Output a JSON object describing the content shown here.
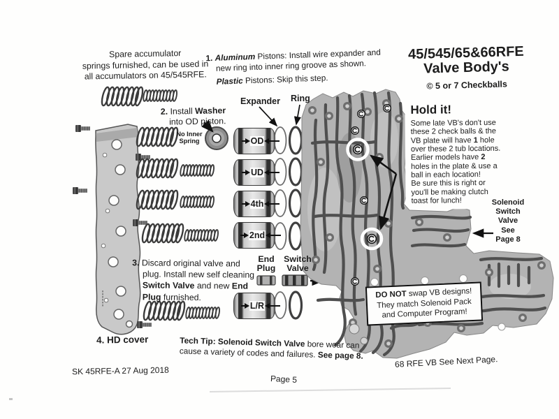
{
  "title": {
    "line1": "45/545/65&66RFE",
    "line2": "Valve Body's",
    "subtitle": "© 5 or 7 Checkballs"
  },
  "spare_note": {
    "lines": [
      "Spare accumulator",
      "springs furnished, can be used in",
      "all accumulators on 45/545RFE."
    ]
  },
  "step1": {
    "lines": [
      [
        {
          "t": "1. ",
          "b": 1
        },
        {
          "t": "Aluminum",
          "b": 1,
          "i": 1
        },
        {
          "t": " Pistons: Install wire expander and"
        }
      ],
      [
        {
          "t": "new ring into inner ring groove as shown."
        }
      ],
      [
        {
          "t": "Plastic",
          "b": 1,
          "i": 1
        },
        {
          "t": " Pistons: Skip this step."
        }
      ]
    ]
  },
  "step2": {
    "lines": [
      [
        {
          "t": "2. ",
          "b": 1
        },
        {
          "t": "Install "
        },
        {
          "t": "Washer",
          "b": 1
        }
      ],
      [
        {
          "t": "into OD piston."
        }
      ]
    ]
  },
  "step3": {
    "lines": [
      [
        {
          "t": "3. ",
          "b": 1
        },
        {
          "t": "Discard original valve and"
        }
      ],
      [
        {
          "t": "plug.  Install new self cleaning"
        }
      ],
      [
        {
          "t": "Switch Valve",
          "b": 1
        },
        {
          "t": " and new "
        },
        {
          "t": "End",
          "b": 1
        }
      ],
      [
        {
          "t": "Plug",
          "b": 1
        },
        {
          "t": " furnished."
        }
      ]
    ]
  },
  "step4": {
    "lines": [
      [
        {
          "t": "4. ",
          "b": 1
        },
        {
          "t": "HD cover",
          "b": 1
        }
      ]
    ]
  },
  "labels": {
    "expander": "Expander",
    "ring": "Ring",
    "no_inner_spring": {
      "lines": [
        "No Inner",
        "Spring"
      ]
    },
    "end_plug": {
      "lines": [
        "End",
        "Plug"
      ]
    },
    "switch_valve": {
      "lines": [
        "Switch",
        "Valve"
      ]
    }
  },
  "pistons": {
    "labels": [
      "OD",
      "UD",
      "4th",
      "2nd",
      "L/R"
    ]
  },
  "holdit": {
    "title": "Hold it!",
    "lines": [
      [
        {
          "t": "Some late VB's don't use"
        }
      ],
      [
        {
          "t": "these 2 check balls & the"
        }
      ],
      [
        {
          "t": "VB plate will have "
        },
        {
          "t": "1",
          "b": 1
        },
        {
          "t": " hole"
        }
      ],
      [
        {
          "t": "over these 2 tub locations."
        }
      ],
      [
        {
          "t": "Earlier models have "
        },
        {
          "t": "2",
          "b": 1
        }
      ],
      [
        {
          "t": "holes in the plate & use a"
        }
      ],
      [
        {
          "t": "ball in each location!"
        }
      ],
      [
        {
          "t": "Be sure this is right or"
        }
      ],
      [
        {
          "t": "you'll be making clutch"
        }
      ],
      [
        {
          "t": "toast for lunch!"
        }
      ]
    ]
  },
  "solenoid_note": {
    "lines": [
      "Solenoid",
      "Switch",
      "Valve",
      "See",
      "Page 8"
    ]
  },
  "donot": {
    "lines": [
      [
        {
          "t": "DO NOT",
          "b": 1
        },
        {
          "t": " swap VB designs!"
        }
      ],
      [
        {
          "t": "They match Solenoid Pack"
        }
      ],
      [
        {
          "t": "and Computer Program!"
        }
      ]
    ]
  },
  "techtip": {
    "lines": [
      [
        {
          "t": "Tech Tip: ",
          "b": 1
        },
        {
          "t": "Solenoid Switch Valve",
          "b": 1
        },
        {
          "t": " bore wear can"
        }
      ],
      [
        {
          "t": "cause a variety of codes and failures. "
        },
        {
          "t": "See page 8.",
          "b": 1
        }
      ]
    ]
  },
  "footer": {
    "doc_code": "SK 45RFE-A  27 Aug 2018",
    "page": "Page 5",
    "next": "68 RFE VB See Next Page."
  },
  "colors": {
    "text": "#1c1c1c",
    "photo_gray": "#b3b3b3",
    "channel_gray": "#4f4f4f",
    "highlight": "#ffffff"
  }
}
